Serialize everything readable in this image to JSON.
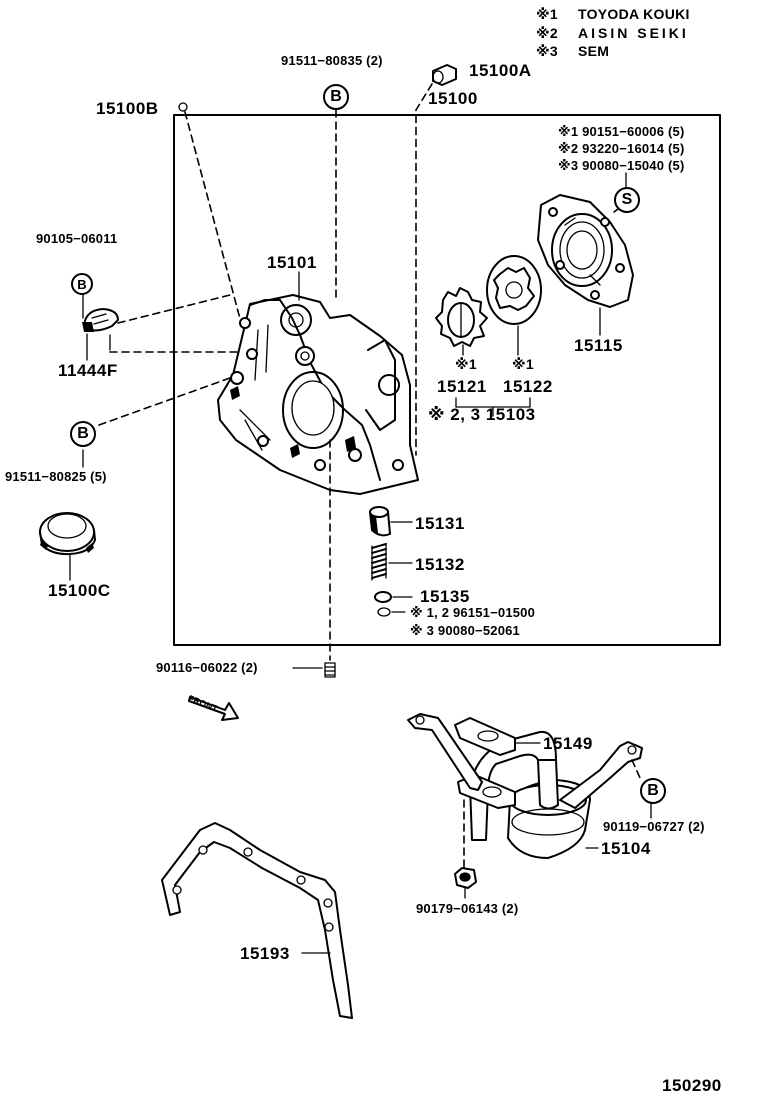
{
  "legend": [
    {
      "mark": "※1",
      "text": "TOYODA  KOUKI"
    },
    {
      "mark": "※2",
      "text": "AISIN  SEIKI"
    },
    {
      "mark": "※3",
      "text": "SEM"
    }
  ],
  "labels": {
    "bolt_top": "91511−80835 (2)",
    "p15100A": "15100A",
    "p15100B": "15100B",
    "p15100": "15100",
    "s1_part": "※1 90151−60006 (5)",
    "s2_part": "※2 93220−16014 (5)",
    "s3_part": "※3 90080−15040 (5)",
    "p90105": "90105−06011",
    "p15101": "15101",
    "p15115": "15115",
    "p11444F": "11444F",
    "mark1a": "※1",
    "mark1b": "※1",
    "p15121": "15121",
    "p15122": "15122",
    "p15103": "※ 2, 3 15103",
    "bolt_left": "91511−80825 (5)",
    "p15131": "15131",
    "p15132": "15132",
    "p15100C": "15100C",
    "p15135": "15135",
    "ring12": "※ 1, 2  96151−01500",
    "ring3": "※ 3     90080−52061",
    "plug": "90116−06022 (2)",
    "front": "FRONT",
    "p15149": "15149",
    "bolt_right": "90119−06727 (2)",
    "p15104": "15104",
    "nut": "90179−06143 (2)",
    "p15193": "15193",
    "diagram_no": "150290"
  },
  "callouts": {
    "b": "B",
    "s": "S"
  }
}
